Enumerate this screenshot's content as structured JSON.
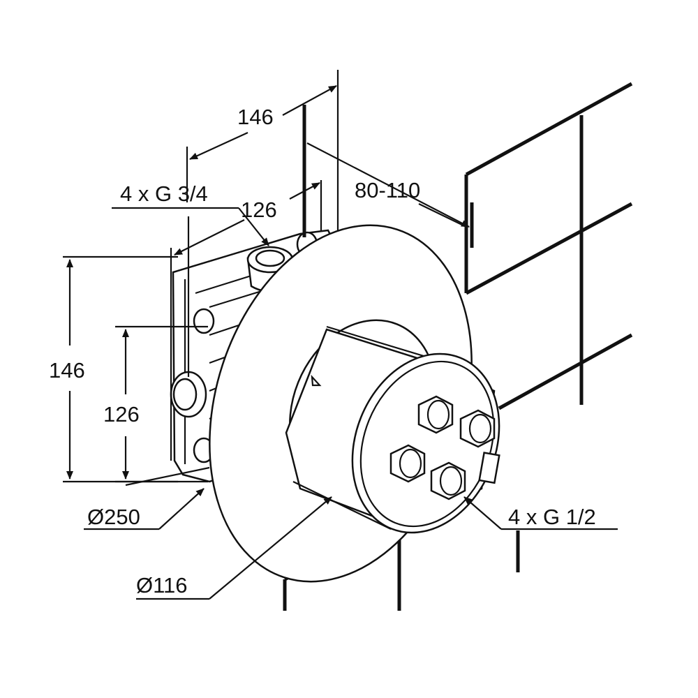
{
  "title": "Concealed thermostatic valve installation dimensions",
  "dimensions": {
    "top_depth": "146",
    "inlet_threads": "4 x G 3/4",
    "box_depth": "126",
    "wall_range": "80-110",
    "left_height": "146",
    "inner_height": "126",
    "rosette_diameter": "Ø250",
    "body_diameter": "Ø116",
    "outlet_threads": "4 x G 1/2"
  }
}
